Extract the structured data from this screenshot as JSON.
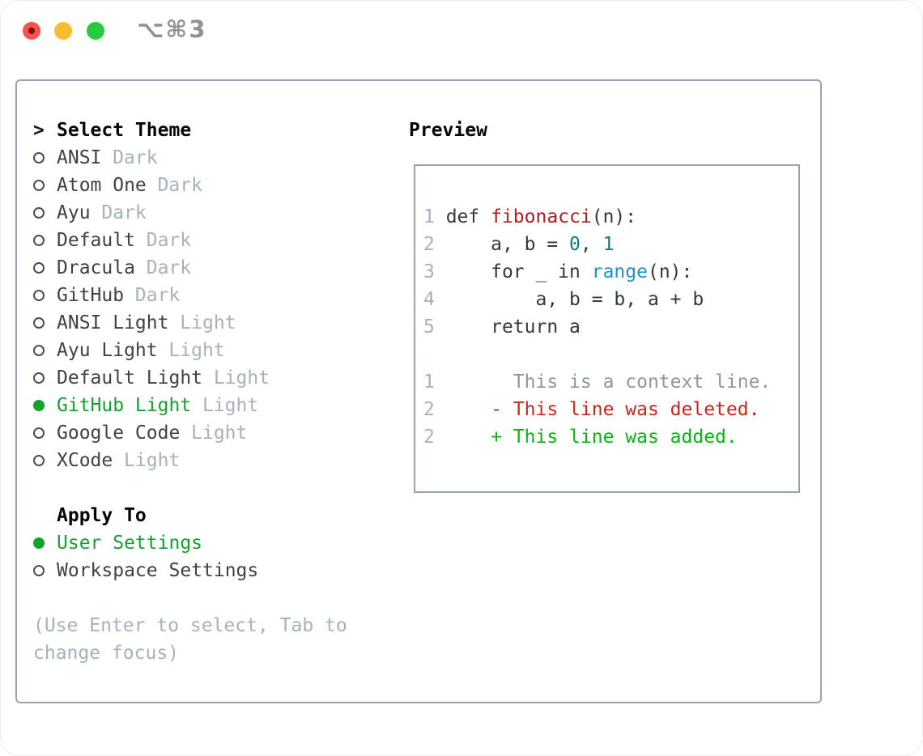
{
  "window": {
    "title": "⌥⌘3",
    "traffic_lights": [
      {
        "name": "close",
        "color": "#f5524d",
        "has_dot": true
      },
      {
        "name": "minimize",
        "color": "#fdbc2f",
        "has_dot": false
      },
      {
        "name": "zoom",
        "color": "#29c940",
        "has_dot": false
      }
    ]
  },
  "theme_list": {
    "caret": ">",
    "header": "Select Theme",
    "items": [
      {
        "name": "ANSI",
        "tag": "Dark",
        "selected": false
      },
      {
        "name": "Atom One",
        "tag": "Dark",
        "selected": false
      },
      {
        "name": "Ayu",
        "tag": "Dark",
        "selected": false
      },
      {
        "name": "Default",
        "tag": "Dark",
        "selected": false
      },
      {
        "name": "Dracula",
        "tag": "Dark",
        "selected": false
      },
      {
        "name": "GitHub",
        "tag": "Dark",
        "selected": false
      },
      {
        "name": "ANSI Light",
        "tag": "Light",
        "selected": false
      },
      {
        "name": "Ayu Light",
        "tag": "Light",
        "selected": false
      },
      {
        "name": "Default Light",
        "tag": "Light",
        "selected": false
      },
      {
        "name": "GitHub Light",
        "tag": "Light",
        "selected": true
      },
      {
        "name": "Google Code",
        "tag": "Light",
        "selected": false
      },
      {
        "name": "XCode",
        "tag": "Light",
        "selected": false
      }
    ]
  },
  "apply_to": {
    "header": "Apply To",
    "options": [
      {
        "label": "User Settings",
        "selected": true
      },
      {
        "label": "Workspace Settings",
        "selected": false
      }
    ]
  },
  "hint": "(Use Enter to select, Tab to change focus)",
  "preview": {
    "header": "Preview",
    "lines": [
      {
        "name": "code-line-1",
        "tokens": [
          [
            "ln",
            "1 "
          ],
          [
            "fg",
            "def "
          ],
          [
            "fn",
            "fibonacci"
          ],
          [
            "fg",
            "(n):"
          ]
        ]
      },
      {
        "name": "code-line-2",
        "tokens": [
          [
            "ln",
            "2 "
          ],
          [
            "fg",
            "    a, b = "
          ],
          [
            "lit",
            "0"
          ],
          [
            "fg",
            ", "
          ],
          [
            "lit",
            "1"
          ]
        ]
      },
      {
        "name": "code-line-3",
        "tokens": [
          [
            "ln",
            "3 "
          ],
          [
            "fg",
            "    for _ in "
          ],
          [
            "call",
            "range"
          ],
          [
            "fg",
            "(n):"
          ]
        ]
      },
      {
        "name": "code-line-4",
        "tokens": [
          [
            "ln",
            "4 "
          ],
          [
            "fg",
            "        a, b = b, a + b"
          ]
        ]
      },
      {
        "name": "code-line-5",
        "tokens": [
          [
            "ln",
            "5 "
          ],
          [
            "fg",
            "    return a"
          ]
        ]
      },
      {
        "name": "blank-line",
        "tokens": []
      },
      {
        "name": "diff-context-line",
        "tokens": [
          [
            "ln",
            "1 "
          ],
          [
            "ctx",
            "      This is a context line."
          ]
        ]
      },
      {
        "name": "diff-deleted-line",
        "tokens": [
          [
            "ln",
            "2 "
          ],
          [
            "del",
            "    - This line was deleted."
          ]
        ]
      },
      {
        "name": "diff-added-line",
        "tokens": [
          [
            "ln",
            "2 "
          ],
          [
            "add",
            "    + This line was added."
          ]
        ]
      }
    ]
  },
  "colors": {
    "accent_green": "#11a32c",
    "added_green": "#03b90f",
    "deleted_red": "#c9261b",
    "function_red": "#ae1f1f",
    "literal_teal": "#0c7d84",
    "call_blue": "#1b93cd",
    "muted_gray": "#a7b1bc",
    "context_gray": "#8e979f",
    "text_dark": "#33393f",
    "panel_border": "#9aa4b0",
    "preview_border": "#98a2ae",
    "title_gray": "#8e9298",
    "traffic_red": "#f5524d",
    "traffic_yellow": "#fdbc2f",
    "traffic_green": "#29c940"
  }
}
